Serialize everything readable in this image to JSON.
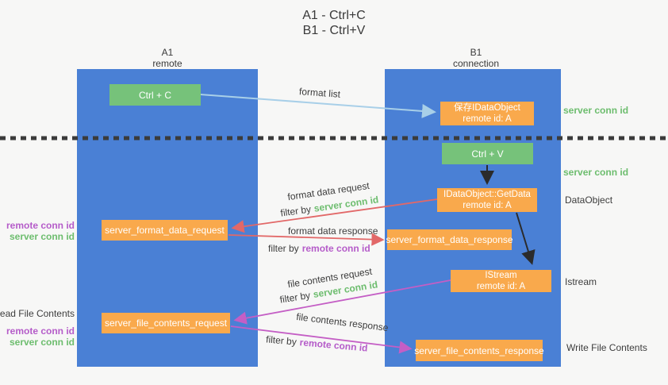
{
  "title": {
    "line1": "A1 - Ctrl+C",
    "line2": "B1 - Ctrl+V"
  },
  "lanes": {
    "a1": {
      "name": "A1",
      "subtitle": "remote"
    },
    "b1": {
      "name": "B1",
      "subtitle": "connection"
    }
  },
  "nodes": {
    "ctrl_c": "Ctrl + C",
    "ctrl_v": "Ctrl + V",
    "save_idataobject": {
      "line1": "保存IDataObject",
      "line2": "remote id: A"
    },
    "getdata": {
      "line1": "IDataObject::GetData",
      "line2": "remote id: A"
    },
    "istream": {
      "line1": "IStream",
      "line2": "remote id: A"
    },
    "server_format_data_request": "server_format_data_request",
    "server_format_data_response": "server_format_data_response",
    "server_file_contents_request": "server_file_contents_request",
    "server_file_contents_response": "server_file_contents_response"
  },
  "side_labels": {
    "server_conn_id_top": "server conn id",
    "server_conn_id_mid": "server conn id",
    "dataobject": "DataObject",
    "istream": "Istream",
    "write_file_contents": "Write File Contents",
    "read_file_contents": "Read File Contents",
    "remote_conn_id_1": "remote conn id",
    "server_conn_id_1": "server conn id",
    "remote_conn_id_2": "remote conn id",
    "server_conn_id_2": "server conn id"
  },
  "arrow_labels": {
    "format_list": "format list",
    "format_data_request": "format data request",
    "format_data_request_filter": {
      "prefix": "filter by",
      "value": "server conn id"
    },
    "format_data_response": "format data response",
    "format_data_response_filter": {
      "prefix": "filter by",
      "value": "remote conn id"
    },
    "file_contents_request": "file contents request",
    "file_contents_request_filter": {
      "prefix": "filter by",
      "value": "server conn id"
    },
    "file_contents_response": "file contents response",
    "file_contents_response_filter": {
      "prefix": "filter by",
      "value": "remote conn id"
    }
  },
  "colors": {
    "panel_blue": "#4a80d5",
    "node_green": "#76c27a",
    "node_orange": "#f9a94c",
    "arrow_red": "#e26868",
    "arrow_magenta": "#c45ec5",
    "arrow_lightblue": "#a8cfe8",
    "arrow_black": "#2b2b2b",
    "text_green": "#6dbd6e",
    "text_purple": "#b55cc9",
    "text_dark": "#3d3d3d",
    "dotted_line": "#3b3b3b",
    "background": "#f7f7f6"
  }
}
